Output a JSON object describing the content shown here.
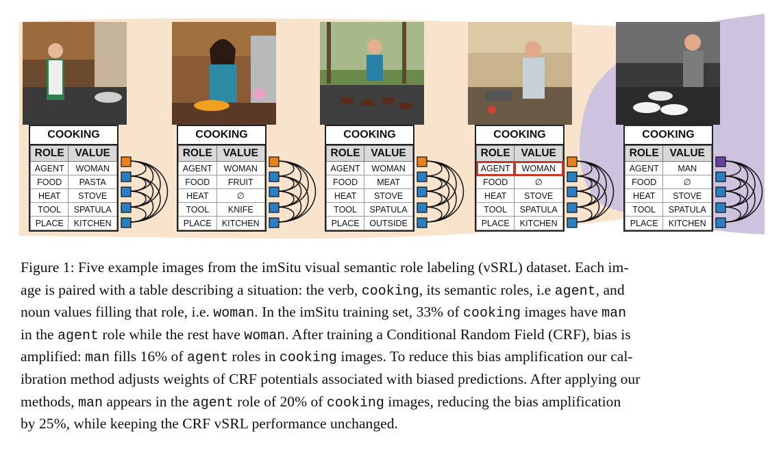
{
  "colors": {
    "peach": "#f8e3cc",
    "lavender": "#cec3de",
    "agent_woman": "#e8801e",
    "agent_man": "#6b3fa0",
    "other_role": "#2b7fc0",
    "highlight": "#c0392b",
    "header_bg": "#d9d9d9"
  },
  "panels": [
    {
      "verb": "COOKING",
      "role_header": "ROLE",
      "value_header": "VALUE",
      "rows": [
        {
          "role": "AGENT",
          "value": "WOMAN"
        },
        {
          "role": "FOOD",
          "value": "PASTA"
        },
        {
          "role": "HEAT",
          "value": "STOVE"
        },
        {
          "role": "TOOL",
          "value": "SPATULA"
        },
        {
          "role": "PLACE",
          "value": "KITCHEN"
        }
      ]
    },
    {
      "verb": "COOKING",
      "role_header": "ROLE",
      "value_header": "VALUE",
      "rows": [
        {
          "role": "AGENT",
          "value": "WOMAN"
        },
        {
          "role": "FOOD",
          "value": "FRUIT"
        },
        {
          "role": "HEAT",
          "value": "∅"
        },
        {
          "role": "TOOL",
          "value": "KNIFE"
        },
        {
          "role": "PLACE",
          "value": "KITCHEN"
        }
      ]
    },
    {
      "verb": "COOKING",
      "role_header": "ROLE",
      "value_header": "VALUE",
      "rows": [
        {
          "role": "AGENT",
          "value": "WOMAN"
        },
        {
          "role": "FOOD",
          "value": "MEAT"
        },
        {
          "role": "HEAT",
          "value": "STOVE"
        },
        {
          "role": "TOOL",
          "value": "SPATULA"
        },
        {
          "role": "PLACE",
          "value": "OUTSIDE"
        }
      ]
    },
    {
      "verb": "COOKING",
      "role_header": "ROLE",
      "value_header": "VALUE",
      "rows": [
        {
          "role": "AGENT",
          "value": "WOMAN"
        },
        {
          "role": "FOOD",
          "value": "∅"
        },
        {
          "role": "HEAT",
          "value": "STOVE"
        },
        {
          "role": "TOOL",
          "value": "SPATULA"
        },
        {
          "role": "PLACE",
          "value": "KITCHEN"
        }
      ]
    },
    {
      "verb": "COOKING",
      "role_header": "ROLE",
      "value_header": "VALUE",
      "rows": [
        {
          "role": "AGENT",
          "value": "MAN"
        },
        {
          "role": "FOOD",
          "value": "∅"
        },
        {
          "role": "HEAT",
          "value": "STOVE"
        },
        {
          "role": "TOOL",
          "value": "SPATULA"
        },
        {
          "role": "PLACE",
          "value": "KITCHEN"
        }
      ]
    }
  ],
  "caption": {
    "l1": "Figure 1: Five example images from the imSitu visual semantic role labeling (vSRL) dataset. Each im-",
    "l2a": "age is paired with a table describing a situation: the verb, ",
    "l2b": "cooking",
    "l2c": ", its semantic roles, i.e ",
    "l2d": "agent",
    "l2e": ", and",
    "l3a": "noun values filling that role, i.e. ",
    "l3b": "woman",
    "l3c": ". In the imSitu training set, 33% of ",
    "l3d": "cooking",
    "l3e": " images have ",
    "l3f": "man",
    "l4a": "in the ",
    "l4b": "agent",
    "l4c": " role while the rest have ",
    "l4d": "woman",
    "l4e": ". After training a Conditional Random Field (CRF), bias is",
    "l5a": "amplified: ",
    "l5b": "man",
    "l5c": " fills 16% of ",
    "l5d": "agent",
    "l5e": " roles in ",
    "l5f": "cooking",
    "l5g": " images. To reduce this bias amplification our cal-",
    "l6": "ibration method adjusts weights of CRF potentials associated with biased predictions. After applying our",
    "l7a": "methods, ",
    "l7b": "man",
    "l7c": " appears in the ",
    "l7d": "agent",
    "l7e": " role of 20% of ",
    "l7f": "cooking",
    "l7g": " images, reducing the bias amplification",
    "l8": "by 25%, while keeping the CRF vSRL performance unchanged."
  }
}
